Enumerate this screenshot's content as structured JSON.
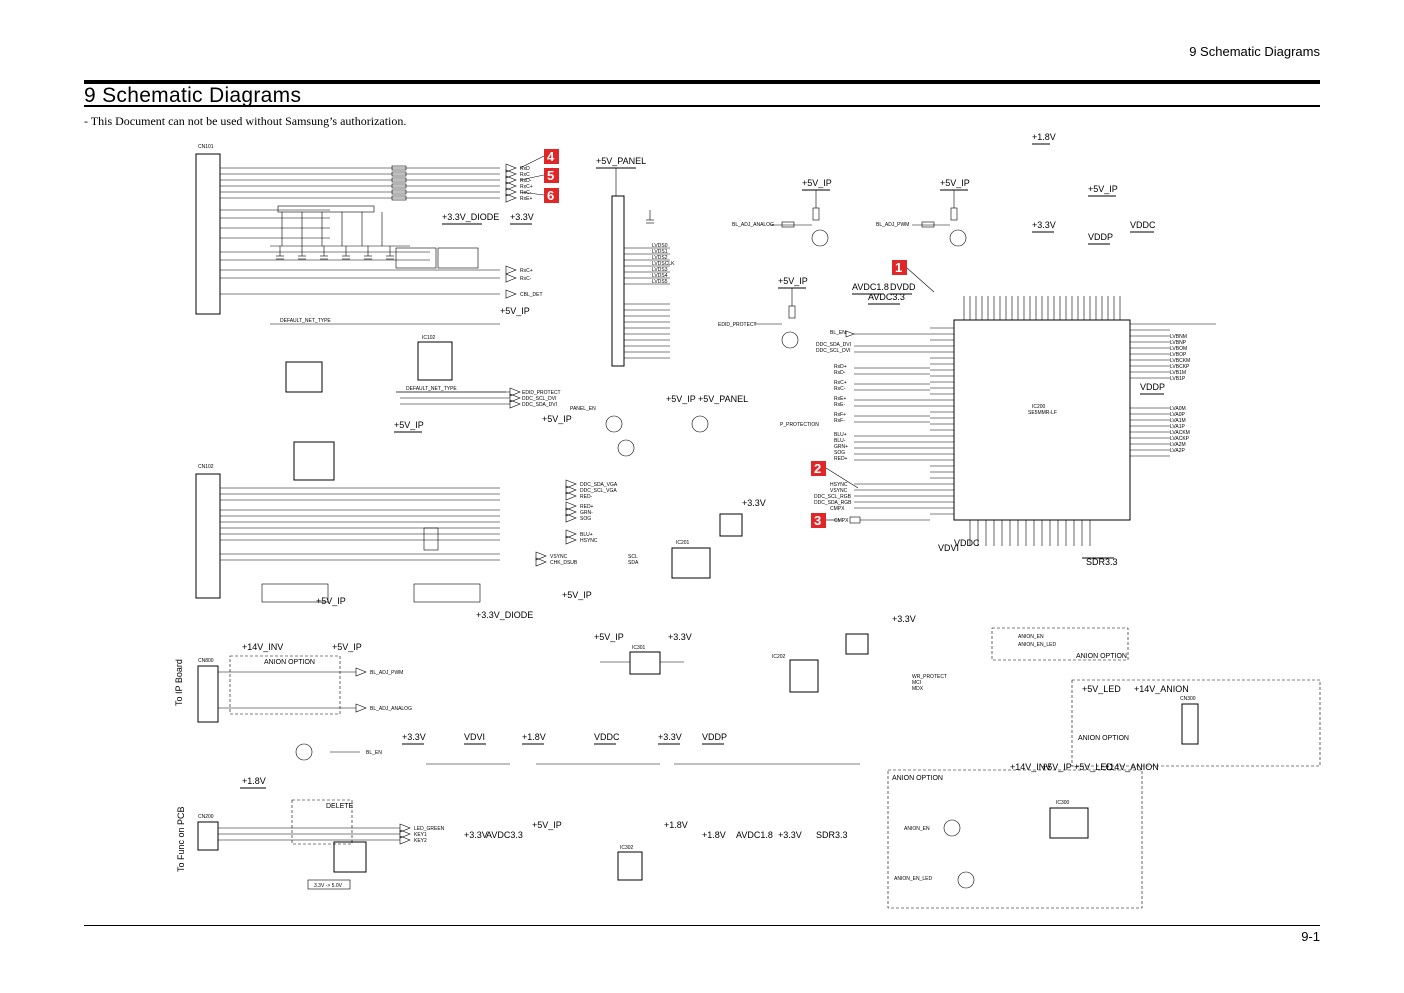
{
  "header": {
    "section_label": "9 Schematic Diagrams",
    "title": "9 Schematic Diagrams",
    "notice": "- This Document can not be used without Samsung’s authorization.",
    "page_number": "9-1"
  },
  "callouts": [
    "1",
    "2",
    "3",
    "4",
    "5",
    "6"
  ],
  "connectors": {
    "cn1": "CN101",
    "cn2": "CN102",
    "cn_ip": "CN800",
    "cn_func": "CN200",
    "cn_anion": "CN300"
  },
  "ic_labels": {
    "main_ic": "IC200",
    "main_ic_part": "SE5MMR-LF",
    "eeprom1": "IC102",
    "eeprom2": "IC201",
    "ic_301": "IC301",
    "ic_302": "IC302",
    "ic_202": "IC202",
    "ic_300": "IC300"
  },
  "rails": {
    "p5v_panel": "+5V_PANEL",
    "p5v_ip": "+5V_IP",
    "p33v_diode": "+3.3V_DIODE",
    "p33v": "+3.3V",
    "p18v": "+1.8V",
    "p14v_inv": "+14V_INV",
    "p5v_led": "+5V_LED",
    "p14v_anion": "+14V_ANION",
    "avdc18": "AVDC1.8",
    "avdc33": "AVDC3.3",
    "dvdd": "DVDD",
    "vddc": "VDDC",
    "vddp": "VDDP",
    "vdvi": "VDVI",
    "sdr33": "SDR3.3",
    "vdvi_bottom": "VDVI",
    "vddc_bottom": "VDDC"
  },
  "sections": {
    "anion_option1": "ANION OPTION",
    "anion_option2": "ANION OPTION",
    "anion_option3": "ANION OPTION",
    "anion_option4": "ANION OPTION",
    "delete": "DELETE",
    "to_ip_board": "To IP Board",
    "to_func_pcb": "To Func on PCB",
    "note_33v": "3.3V -> 5.0V"
  },
  "signals": {
    "rx_list": [
      "RxD",
      "RxC",
      "RxD-",
      "RxC+",
      "RxC-",
      "RxE+"
    ],
    "rgb_list": [
      "RED+",
      "GRN+",
      "BLU+",
      "SOG"
    ],
    "sync_list": [
      "HSYNC",
      "VSYNC",
      "DDC_SDA_VGA",
      "DDC_SCL_VGA"
    ],
    "hsync": "HSYNC",
    "vsync": "VSYNC",
    "ddc_scl": "DDC_SCL_RGB",
    "ddc_sda": "DDC_SDA_RGB",
    "cmpx": "CMPX",
    "mdx": "MDX",
    "bl_adj_analog": "BL_ADJ_ANALOG",
    "bl_adj_pwm": "BL_ADJ_PWM",
    "bl_en": "BL_EN",
    "edid_protect": "EDID_PROTECT",
    "p_protection": "P_PROTECTION",
    "panel_en": "PANEL_EN",
    "anion_en": "ANION_EN",
    "anion_en_led": "ANION_EN_LED",
    "led_green": "LED_GREEN",
    "key1": "KEY1",
    "key2": "KEY2",
    "lvds_left": [
      "LVDS0",
      "LVDS1",
      "LVDS2",
      "LVDSCLK",
      "LVDS3",
      "LVDS4",
      "LVDS5"
    ],
    "lvds_right": [
      "LVBNM",
      "LVBNP",
      "LVBOM",
      "LVBOP",
      "LVBCKM",
      "LVBCKP",
      "LVB1M",
      "LVB1P"
    ],
    "lvds_right2": [
      "LVA0M",
      "LVA0P",
      "LVA1M",
      "LVA1P",
      "LVACKM",
      "LVACKP",
      "LVA2M",
      "LVA2P"
    ],
    "default_net1": "DEFAULT_NET_TYPE",
    "default_net2": "DEFAULT_NET_TYPE",
    "cable_det": "CBL_DET"
  },
  "colors": {
    "callout": "#e02626",
    "ink": "#000000"
  }
}
